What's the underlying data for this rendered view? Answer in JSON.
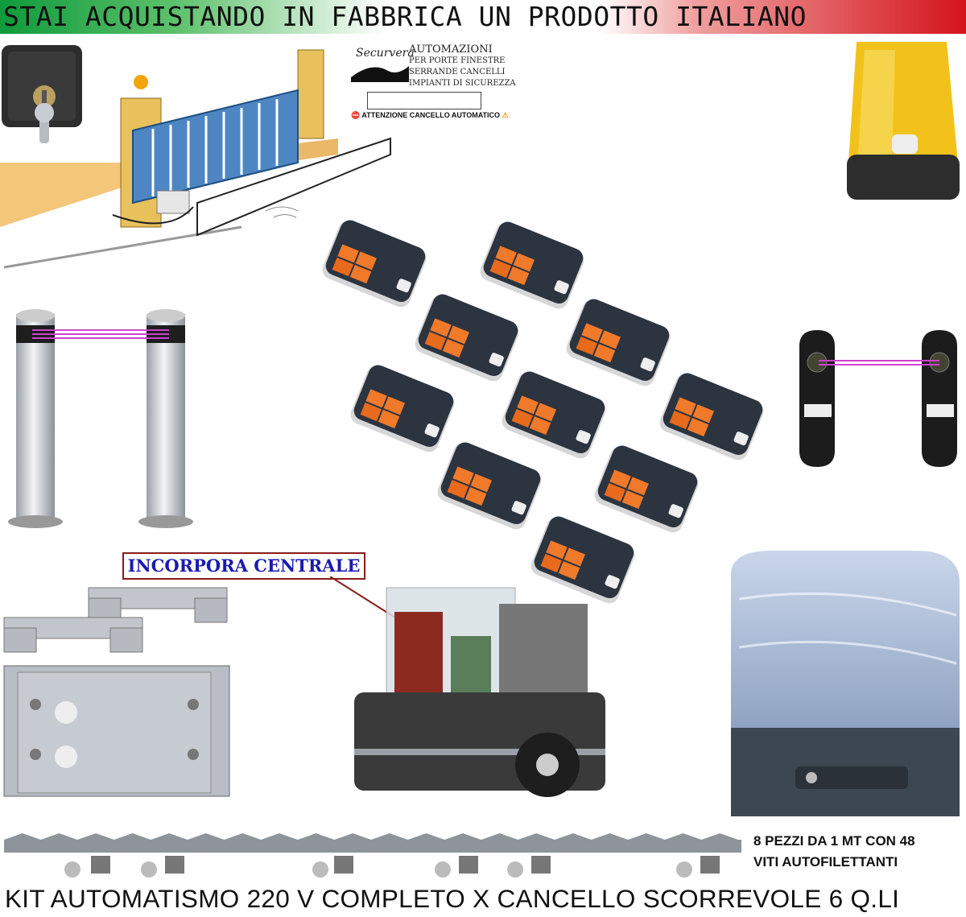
{
  "header": {
    "banner": "STAI ACQUISTANDO IN FABBRICA UN PRODOTTO ITALIANO"
  },
  "brand": {
    "logo": "Securvera",
    "lines": [
      "AUTOMAZIONI",
      "PER PORTE FINESTRE",
      "SERRANDE CANCELLI",
      "IMPIANTI DI SICUREZZA"
    ],
    "warning": "ATTENZIONE CANCELLO AUTOMATICO"
  },
  "callout": {
    "label": "INCORPORA CENTRALE"
  },
  "rack": {
    "line1": "8 PEZZI DA 1 MT CON 48",
    "line2": "VITI AUTOFILETTANTI"
  },
  "footer": {
    "title": "KIT AUTOMATISMO 220 V COMPLETO X CANCELLO SCORREVOLE 6 Q.LI"
  },
  "colors": {
    "remote_body": "#2c3440",
    "remote_button": "#f07a2a",
    "beam": "#d040d0",
    "lamp": "#f2c21a"
  }
}
